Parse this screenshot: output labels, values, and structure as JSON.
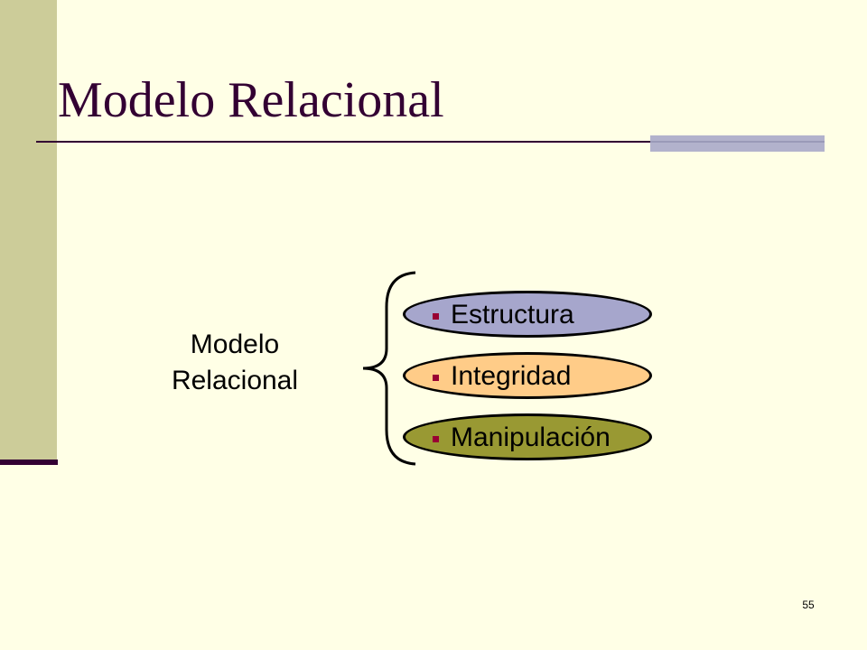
{
  "slide": {
    "title": "Modelo Relacional",
    "concept_label": "Modelo Relacional",
    "items": [
      {
        "label": "Estructura",
        "color": "#a6a6cc"
      },
      {
        "label": "Integridad",
        "color": "#ffcc88"
      },
      {
        "label": "Manipulación",
        "color": "#999933"
      }
    ],
    "page_number": "55"
  },
  "colors": {
    "background": "#ffffe6",
    "side_bar": "#cccc99",
    "title": "#330033",
    "bullet": "#990033",
    "rule_accent": "#b2b2cc"
  }
}
